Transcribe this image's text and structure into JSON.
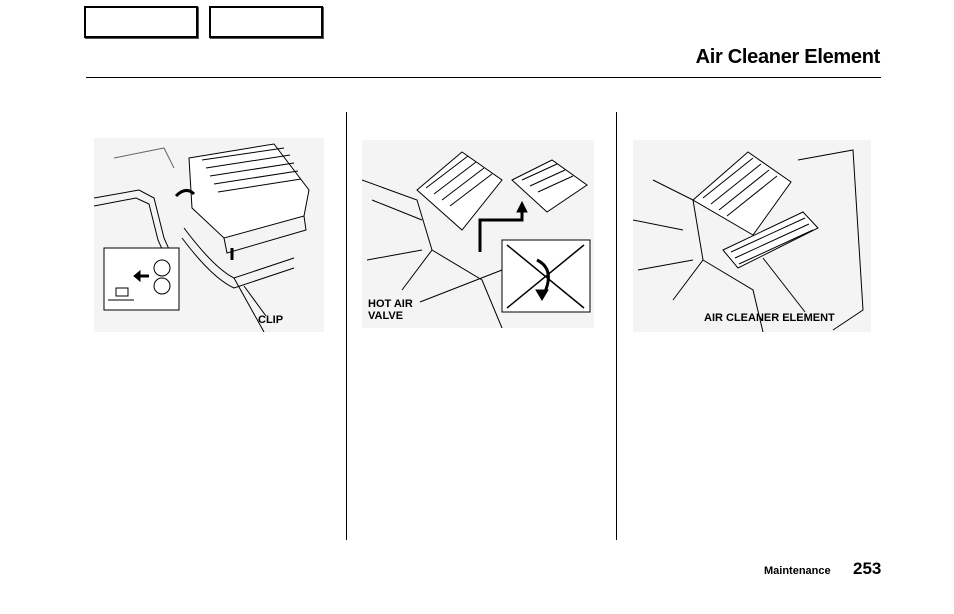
{
  "header": {
    "title": "Air Cleaner Element"
  },
  "figures": {
    "fig1": {
      "label": "CLIP"
    },
    "fig2": {
      "label_line1": "HOT AIR",
      "label_line2": "VALVE"
    },
    "fig3": {
      "label": "AIR CLEANER ELEMENT"
    }
  },
  "footer": {
    "section": "Maintenance",
    "page": "253"
  }
}
